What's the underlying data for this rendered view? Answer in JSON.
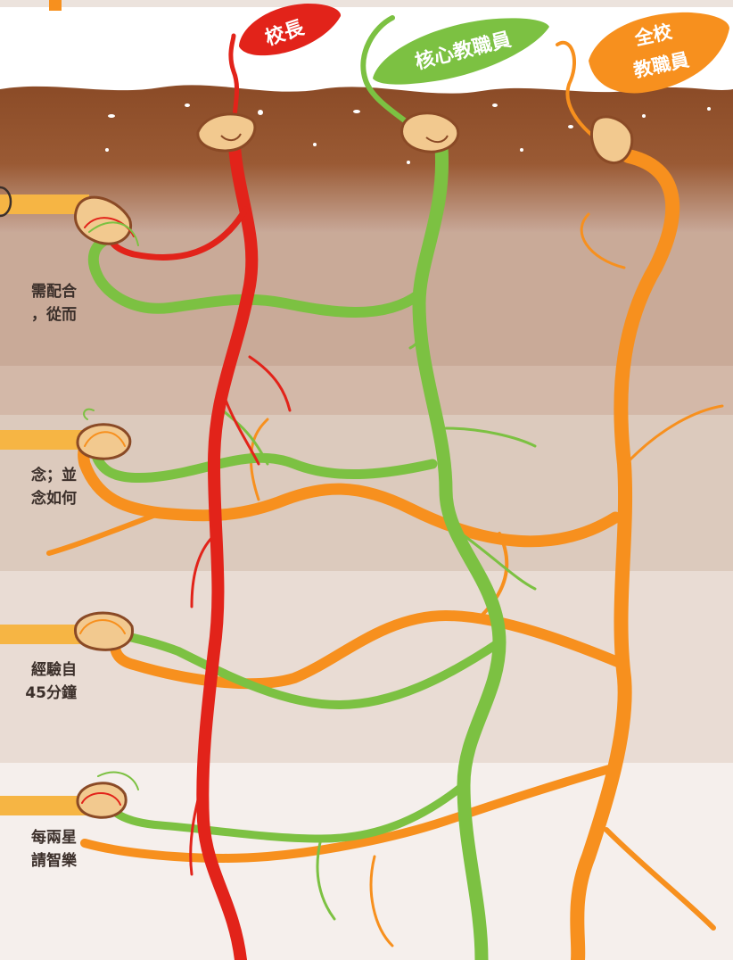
{
  "colors": {
    "principal": "#e2231a",
    "core_staff": "#7cc142",
    "all_staff": "#f7901e",
    "soil_top": "#8a4a26",
    "seed": "#f2c98f",
    "orange_bar": "#f6b544",
    "accent": "#f7901e"
  },
  "leaves": {
    "principal": "校長",
    "core_staff": "核心教職員",
    "all_staff_line1": "全校",
    "all_staff_line2": "教職員"
  },
  "paragraphs": [
    {
      "line1": "需配合",
      "line2": "，從而"
    },
    {
      "line1": "念；並",
      "line2": "念如何"
    },
    {
      "line1": "經驗自",
      "line2": "45分鐘"
    },
    {
      "line1": "每兩星",
      "line2": "請智樂"
    }
  ],
  "icons": {
    "seed": "seed-icon",
    "leaf": "leaf-icon",
    "marker": "section-marker-icon"
  }
}
